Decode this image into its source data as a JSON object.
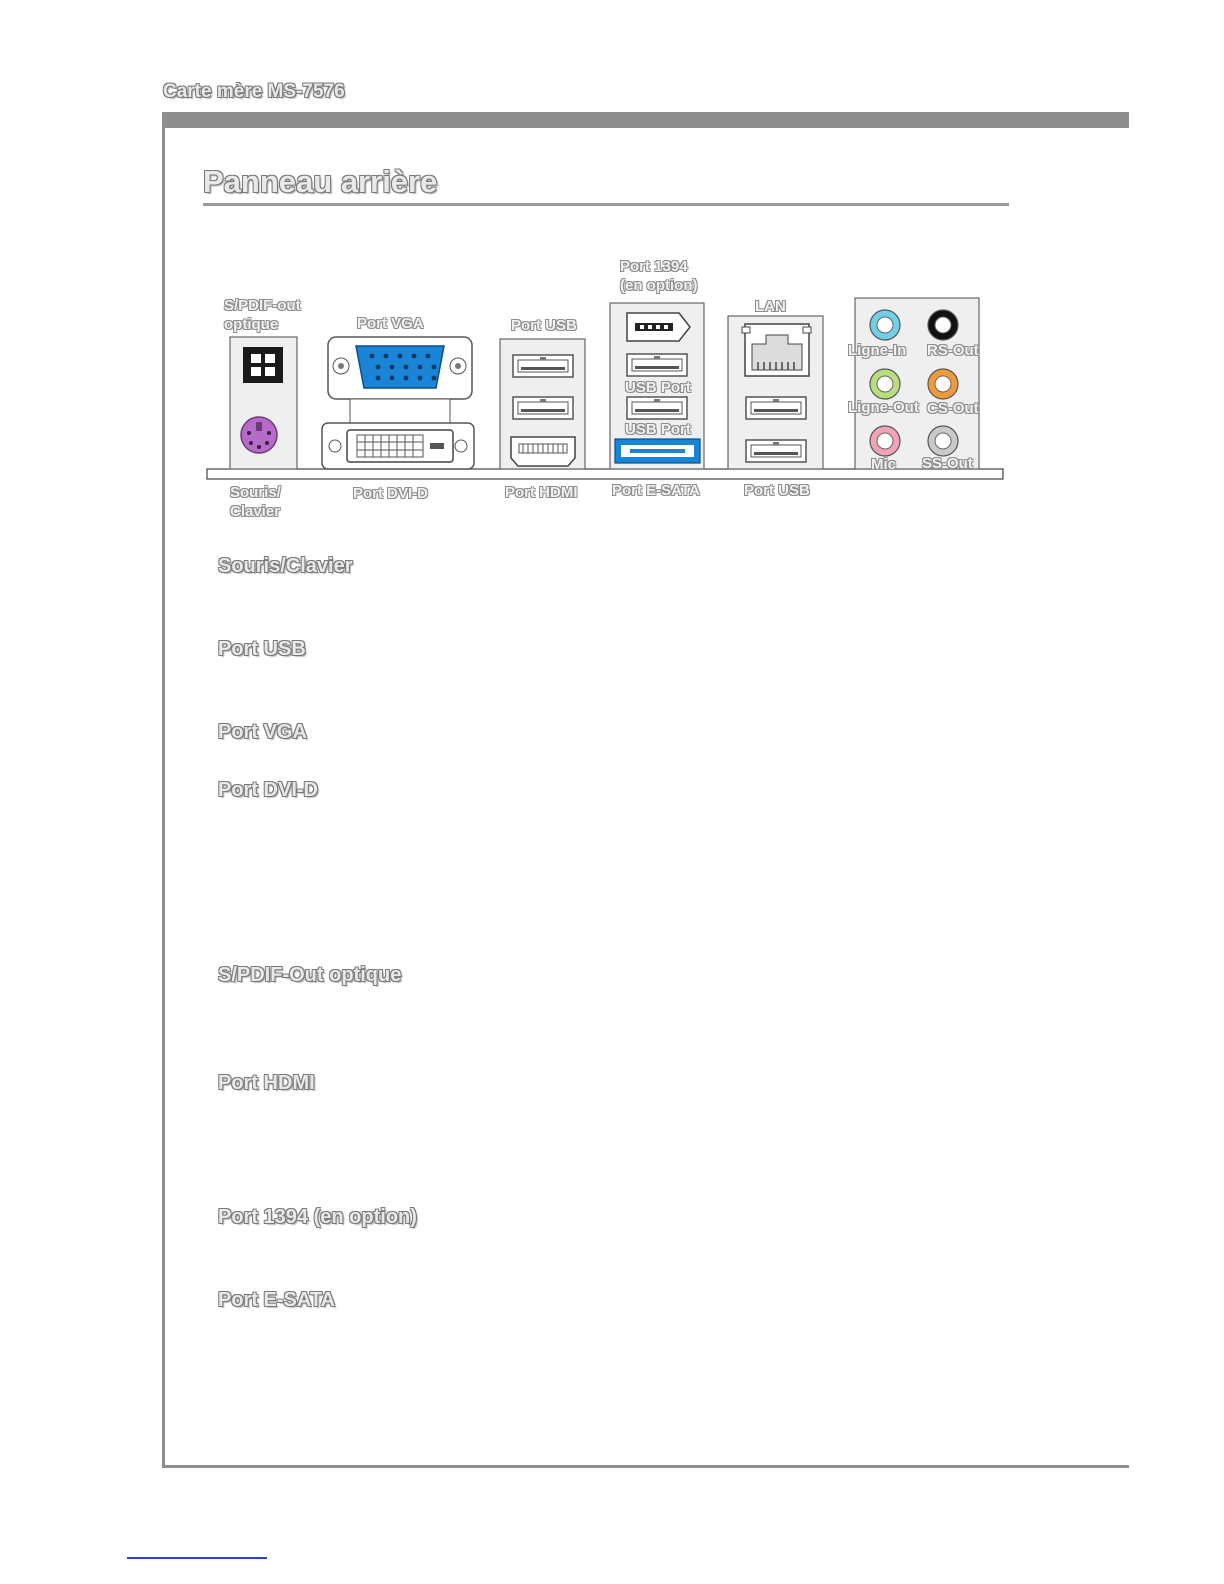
{
  "header": {
    "running_title": "Carte mère MS-7576"
  },
  "section": {
    "title": "Panneau arrière"
  },
  "panel_labels": {
    "spdif_line1": "S/PDIF-out",
    "spdif_line2": "optique",
    "vga": "Port VGA",
    "usb_top": "Port USB",
    "p1394_line1": "Port 1394",
    "p1394_line2": "(en option)",
    "lan": "LAN",
    "usb_port_a": "USB Port",
    "usb_port_b": "USB Port",
    "mouse_line1": "Souris/",
    "mouse_line2": "Clavier",
    "dvi": "Port DVI-D",
    "hdmi": "Port HDMI",
    "esata": "Port E-SATA",
    "usb_bottom": "Port USB",
    "audio": {
      "line_in": "Ligne-In",
      "rs_out": "RS-Out",
      "line_out": "Ligne-Out",
      "cs_out": "CS-Out",
      "mic": "Mic",
      "ss_out": "SS-Out"
    }
  },
  "audio_colors": {
    "line_in": "#6fd0e8",
    "rs_out": "#111111",
    "line_out": "#b8e07a",
    "cs_out": "#f09a3a",
    "mic": "#f2a3b6",
    "ss_out": "#c9c9c9"
  },
  "accent_colors": {
    "vga_blue": "#1a84d6",
    "ps2_purple": "#b76bc9",
    "esata_blue": "#1a84d6"
  },
  "headings": [
    "Souris/Clavier",
    "Port USB",
    "Port VGA",
    "Port DVI-D",
    "S/PDIF-Out optique",
    "Port HDMI",
    "Port 1394 (en option)",
    "Port E-SATA"
  ]
}
